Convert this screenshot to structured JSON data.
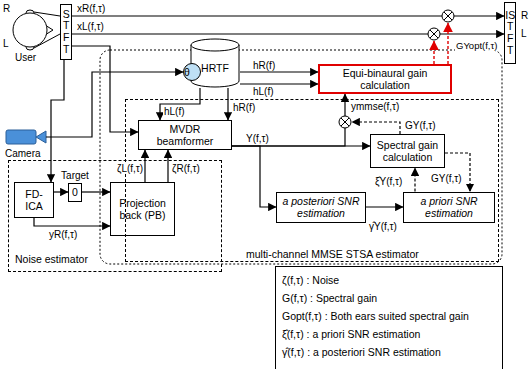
{
  "diagram": {
    "nodes": [
      {
        "text": [
          "STFT"
        ]
      },
      {
        "text": [
          "ISTFT"
        ]
      },
      {
        "text": [
          "HRTF"
        ]
      },
      {
        "text": [
          "θ"
        ]
      },
      {
        "text": [
          "Equi-binaural gain calculation"
        ]
      },
      {
        "text": [
          "Noise estimator"
        ]
      },
      {
        "text": [
          "FD-ICA"
        ],
        "in": 5
      },
      {
        "text": [
          "Target",
          "0"
        ],
        "in": 5
      },
      {
        "text": [
          "Projection back (PB)"
        ],
        "in": 5
      },
      {
        "text": [
          "multi-channel MMSE STSA estimator"
        ]
      },
      {
        "text": [
          "MVDR beamformer"
        ],
        "in": 9
      },
      {
        "text": [
          "Spectral gain calculation"
        ],
        "in": 9
      },
      {
        "text": [
          "a posteriori SNR estimation"
        ],
        "in": 9
      },
      {
        "text": [
          "a priori SNR estimation"
        ],
        "in": 9
      },
      {
        "text": [
          "ζ(f,τ) : Noise",
          "G(f,τ) : Spectral gain",
          "Gopt(f,τ) : Both ears suited spectral gain",
          "ξ̂(f,τ) : a priori SNR estimation",
          "γ̂(f,τ) : a posteriori SNR estimation"
        ]
      }
    ],
    "edges": [
      {
        "from": 0,
        "to": 6,
        "arrow": "to"
      },
      {
        "from": 0,
        "to": 10,
        "arrow": "to"
      },
      {
        "from": 0,
        "to": 1,
        "arrow": "to"
      },
      {
        "from": 0,
        "to": 1,
        "arrow": "to"
      },
      {
        "from": 2,
        "to": 4,
        "label": "hR(f)",
        "arrow": "to"
      },
      {
        "from": 2,
        "to": 4,
        "label": "hL(f)",
        "arrow": "to"
      },
      {
        "from": 2,
        "to": 10,
        "label": "hL(f)",
        "arrow": "to"
      },
      {
        "from": 2,
        "to": 10,
        "label": "hR(f)",
        "arrow": "to"
      },
      {
        "from": 6,
        "to": 7,
        "arrow": "to"
      },
      {
        "from": 7,
        "to": 8,
        "arrow": "to"
      },
      {
        "from": 6,
        "to": 8,
        "label": "yR(f,τ)",
        "arrow": "to"
      },
      {
        "from": 8,
        "to": 10,
        "label": "ζL(f,τ)",
        "arrow": "to"
      },
      {
        "from": 8,
        "to": 10,
        "label": "ζR(f,τ)",
        "arrow": "to"
      },
      {
        "from": 10,
        "to": 11,
        "label": "Y(f,τ)",
        "arrow": "to"
      },
      {
        "from": 10,
        "to": 12,
        "arrow": "to"
      },
      {
        "from": 10,
        "to": 4,
        "label": "ymmse(f,τ)",
        "arrow": "to"
      },
      {
        "from": 11,
        "to": 13,
        "label": "GY(f,τ)",
        "arrow": "to"
      },
      {
        "from": 13,
        "to": 11,
        "label": "ξ̂Y(f,τ)",
        "arrow": "to"
      },
      {
        "from": 12,
        "to": 13,
        "label": "γ̂Y(f,τ)",
        "arrow": "to"
      }
    ],
    "labels": [
      "R",
      "L",
      "User",
      "Camera",
      "xR(f,τ)",
      "xL(f,τ)",
      "GY(f,τ)",
      "GYopt(f,τ)",
      "R",
      "L"
    ]
  }
}
